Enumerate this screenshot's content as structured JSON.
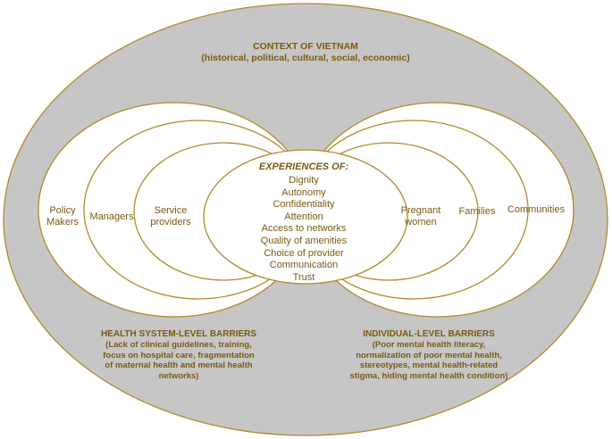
{
  "context": {
    "title": "CONTEXT OF VIETNAM",
    "subtitle": "(historical, political, cultural, social, economic)"
  },
  "left_levels": [
    {
      "line1": "Policy",
      "line2": "Makers"
    },
    {
      "line1": "Managers",
      "line2": ""
    },
    {
      "line1": "Service",
      "line2": "providers"
    }
  ],
  "right_levels": [
    {
      "line1": "Pregnant",
      "line2": "women"
    },
    {
      "line1": "Families",
      "line2": ""
    },
    {
      "line1": "Communities",
      "line2": ""
    }
  ],
  "experiences": {
    "title": "EXPERIENCES OF:",
    "items": [
      "Dignity",
      "Autonomy",
      "Confidentiality",
      "Attention",
      "Access to networks",
      "Quality of amenities",
      "Choice of provider",
      "Communication",
      "Trust"
    ]
  },
  "health_system_barriers": {
    "title": "HEALTH SYSTEM-LEVEL BARRIERS",
    "lines": [
      "(Lack of clinical guidelines, training,",
      "focus on hospital care, fragmentation",
      "of maternal health and mental health",
      "networks)"
    ]
  },
  "individual_barriers": {
    "title": "INDIVIDUAL-LEVEL BARRIERS",
    "lines": [
      "(Poor mental health literacy,",
      "normalization of poor mental health,",
      "stereotypes, mental health-related",
      "stigma, hiding mental health condition)"
    ]
  },
  "colors": {
    "outer_fill": "#c6c6c6",
    "stroke": "#b08a2e",
    "text": "#7a5a12",
    "inner_fill": "#ffffff"
  }
}
